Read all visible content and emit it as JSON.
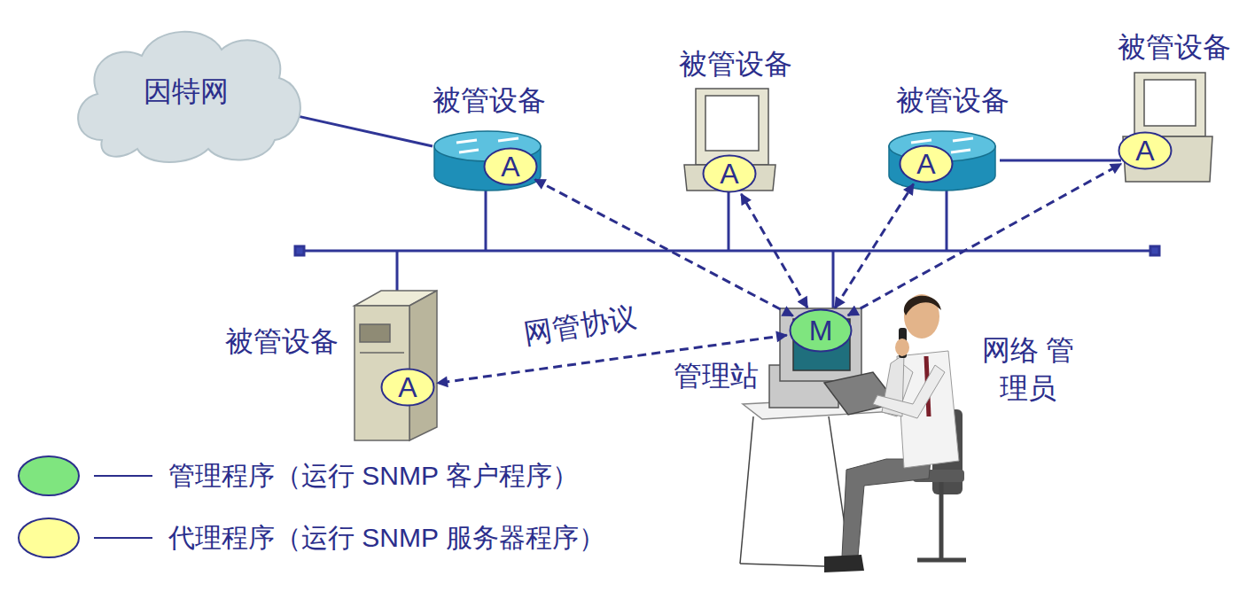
{
  "diagram": {
    "nodes": [
      {
        "text": [
          "因特网"
        ]
      },
      {
        "text": [
          "被管设备"
        ]
      },
      {
        "text": [
          "A"
        ],
        "in": 1
      },
      {
        "text": [
          "被管设备"
        ]
      },
      {
        "text": [
          "A"
        ],
        "in": 3
      },
      {
        "text": [
          "被管设备"
        ]
      },
      {
        "text": [
          "A"
        ],
        "in": 5
      },
      {
        "text": [
          "被管设备"
        ]
      },
      {
        "text": [
          "A"
        ],
        "in": 7
      },
      {
        "text": [
          "被管设备"
        ]
      },
      {
        "text": [
          "A"
        ],
        "in": 9
      },
      {
        "text": [
          "管理站"
        ]
      },
      {
        "text": [
          "M"
        ],
        "in": 11
      }
    ],
    "edges": [
      {
        "from": 0,
        "to": 1,
        "arrow": "none"
      },
      {
        "from": 5,
        "to": 7,
        "arrow": "none"
      },
      {
        "from": 12,
        "to": 2,
        "arrow": "both"
      },
      {
        "from": 12,
        "to": 4,
        "arrow": "both"
      },
      {
        "from": 12,
        "to": 6,
        "arrow": "both"
      },
      {
        "from": 12,
        "to": 8,
        "arrow": "both"
      },
      {
        "from": 12,
        "to": 10,
        "label": "网管协议",
        "arrow": "both"
      }
    ],
    "labels": [
      "网络 管理员",
      "M",
      "A"
    ],
    "legend": [
      {
        "text": "管理程序（运行 SNMP 客户程序）",
        "color": "#7fe57f"
      },
      {
        "text": "代理程序（运行 SNMP 服务器程序）",
        "color": "#ffff99"
      }
    ]
  }
}
